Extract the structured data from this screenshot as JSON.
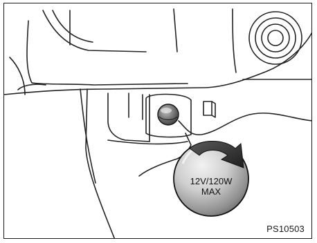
{
  "figure": {
    "socket_label_line1": "12V/120W",
    "socket_label_line2": "MAX",
    "figure_code": "PS10503"
  },
  "icons": {
    "rotate_arrow": "curved-arrow-down-icon"
  }
}
